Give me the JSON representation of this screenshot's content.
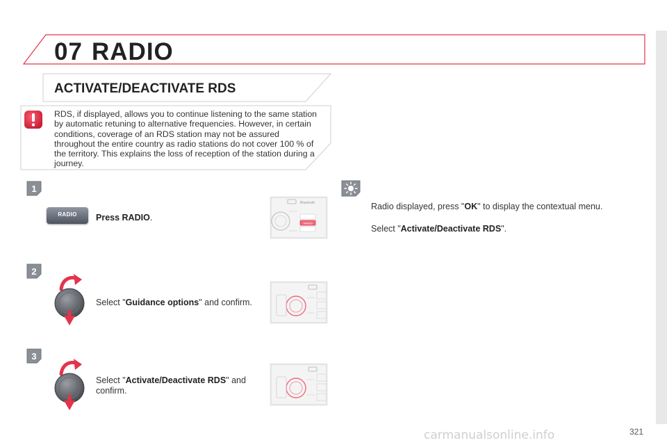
{
  "header": {
    "chapter_number": "07",
    "chapter_title": "RADIO",
    "accent_color": "#e3344c"
  },
  "section": {
    "title": "ACTIVATE/DEACTIVATE RDS"
  },
  "warning": {
    "icon": "exclamation-icon",
    "text": "RDS, if displayed, allows you to continue listening to the same station by automatic retuning to alternative frequencies. However, in certain conditions, coverage of an RDS station may not be assured throughout the entire country as radio stations do not cover 100 % of the territory. This explains the loss of reception of the station during a journey."
  },
  "steps": [
    {
      "number": "1",
      "button_label": "RADIO",
      "text_bold": "Press RADIO",
      "text_after": "."
    },
    {
      "number": "2",
      "text_before": "Select \"",
      "text_bold": "Guidance options",
      "text_after": "\" and confirm."
    },
    {
      "number": "3",
      "text_before": "Select \"",
      "text_bold": "Activate/Deactivate RDS",
      "text_after": "\" and confirm."
    }
  ],
  "tip": {
    "icon": "lightbulb-icon",
    "line1_before": "Radio displayed, press \"",
    "line1_bold": "OK",
    "line1_after": "\" to display the contextual menu.",
    "line2_before": "Select \"",
    "line2_bold": "Activate/Deactivate RDS",
    "line2_after": "\"."
  },
  "page_number": "321",
  "watermark": "carmanualsonline.info"
}
